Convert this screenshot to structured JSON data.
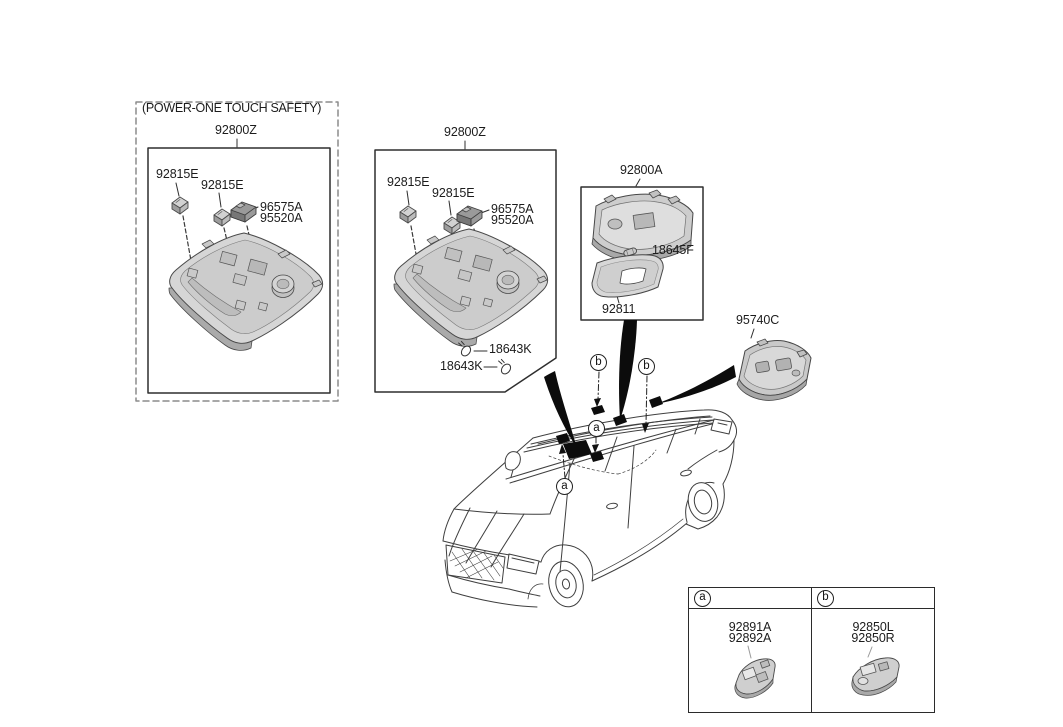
{
  "colors": {
    "background": "#ffffff",
    "line": "#2f2f2f"
  },
  "callouts": {
    "a": "a",
    "b": "b"
  },
  "safety_box": {
    "note": "(POWER-ONE TOUCH SAFETY)",
    "title": "92800Z",
    "labels": {
      "clip_left": "92815E",
      "clip_mid": "92815E",
      "connector_top": "96575A",
      "connector_bottom": "95520A"
    }
  },
  "console_box": {
    "title": "92800Z",
    "labels": {
      "clip_left": "92815E",
      "clip_mid": "92815E",
      "connector_top": "96575A",
      "connector_bottom": "95520A",
      "bulb_upper": "18643K",
      "bulb_lower": "18643K"
    }
  },
  "roomlamp_box": {
    "title": "92800A",
    "bulb": "18645F",
    "lens": "92811"
  },
  "standalone": {
    "label": "95740C"
  },
  "ref_table": {
    "columns": [
      {
        "header": "a",
        "parts": [
          "92891A",
          "92892A"
        ]
      },
      {
        "header": "b",
        "parts": [
          "92850L",
          "92850R"
        ]
      }
    ]
  }
}
